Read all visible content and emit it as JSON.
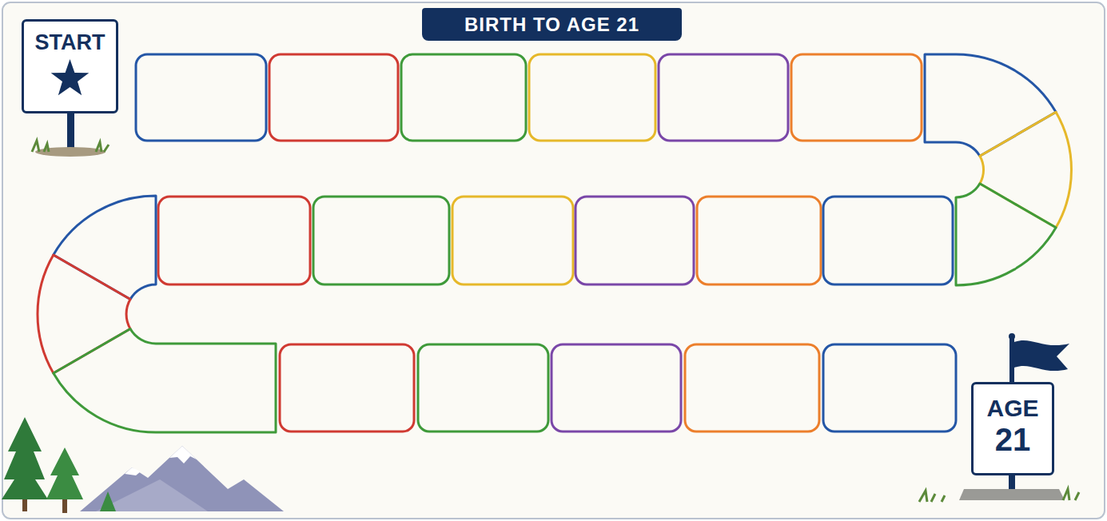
{
  "diagram": {
    "title": "BIRTH TO AGE 21",
    "nodes": [
      {
        "text": [
          "START"
        ]
      },
      {
        "text": [
          "AGE",
          "21"
        ]
      }
    ]
  }
}
